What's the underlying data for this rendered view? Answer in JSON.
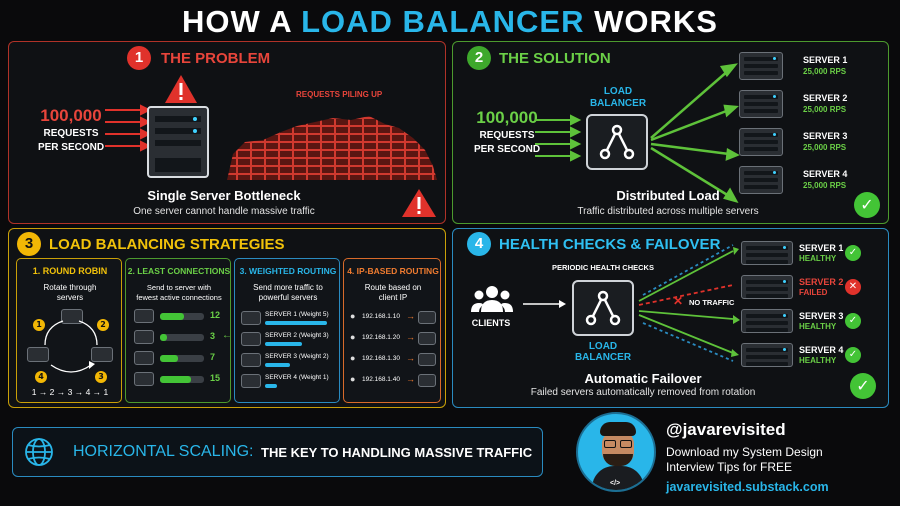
{
  "title": {
    "prefix": "HOW A ",
    "highlight": "LOAD BALANCER",
    "suffix": " WORKS"
  },
  "problem": {
    "number": "1",
    "title": "THE PROBLEM",
    "requests": [
      "100,000",
      "REQUESTS",
      "PER SECOND"
    ],
    "piling": "REQUESTS PILING UP",
    "caption": "Single Server Bottleneck",
    "subcaption": "One server cannot handle massive traffic",
    "colors": {
      "accent": "#e0322b",
      "border": "#c0392b"
    }
  },
  "solution": {
    "number": "2",
    "title": "THE SOLUTION",
    "requests": [
      "100,000",
      "REQUESTS",
      "PER SECOND"
    ],
    "lb_label": [
      "LOAD",
      "BALANCER"
    ],
    "servers": [
      {
        "name": "SERVER 1",
        "rps": "25,000 RPS"
      },
      {
        "name": "SERVER 2",
        "rps": "25,000 RPS"
      },
      {
        "name": "SERVER 3",
        "rps": "25,000 RPS"
      },
      {
        "name": "SERVER 4",
        "rps": "25,000 RPS"
      }
    ],
    "caption": "Distributed Load",
    "subcaption": "Traffic distributed across multiple servers",
    "colors": {
      "accent": "#5ec23a",
      "border": "#4c9a2e"
    }
  },
  "strategies": {
    "number": "3",
    "title": "LOAD BALANCING STRATEGIES",
    "round_robin": {
      "title": "1. ROUND ROBIN",
      "desc": [
        "Rotate through",
        "servers"
      ],
      "nums": [
        "1",
        "2",
        "3",
        "4"
      ],
      "sequence": "1 → 2 → 3 → 4 → 1"
    },
    "least_conn": {
      "title": "2. LEAST CONNECTIONS",
      "desc": [
        "Send to server with",
        "fewest active connections"
      ],
      "rows": [
        {
          "count": "12",
          "fill": 0.55
        },
        {
          "count": "3",
          "fill": 0.15
        },
        {
          "count": "7",
          "fill": 0.4
        },
        {
          "count": "15",
          "fill": 0.7
        }
      ]
    },
    "weighted": {
      "title": "3. WEIGHTED ROUTING",
      "desc": [
        "Send more traffic to",
        "powerful servers"
      ],
      "rows": [
        {
          "label": "SERVER 1 (Weight 5)",
          "fill": 1.0
        },
        {
          "label": "SERVER 2 (Weight 3)",
          "fill": 0.6
        },
        {
          "label": "SERVER 3 (Weight 2)",
          "fill": 0.4
        },
        {
          "label": "SERVER 4 (Weight 1)",
          "fill": 0.2
        }
      ]
    },
    "ip_based": {
      "title": "4. IP-BASED ROUTING",
      "desc": [
        "Route based on",
        "client IP"
      ],
      "ips": [
        "192.168.1.10",
        "192.168.1.20",
        "192.168.1.30",
        "192.168.1.40"
      ]
    },
    "colors": {
      "accent": "#f2b705",
      "border": "#c9a008"
    }
  },
  "health": {
    "number": "4",
    "title": "HEALTH CHECKS & FAILOVER",
    "periodic": "PERIODIC HEALTH CHECKS",
    "clients": "CLIENTS",
    "no_traffic": "NO TRAFFIC",
    "lb_label": [
      "LOAD",
      "BALANCER"
    ],
    "servers": [
      {
        "name": "SERVER 1",
        "status": "HEALTHY",
        "ok": true
      },
      {
        "name": "SERVER 2",
        "status": "FAILED",
        "ok": false
      },
      {
        "name": "SERVER 3",
        "status": "HEALTHY",
        "ok": true
      },
      {
        "name": "SERVER 4",
        "status": "HEALTHY",
        "ok": true
      }
    ],
    "caption": "Automatic Failover",
    "subcaption": "Failed servers automatically removed from rotation",
    "colors": {
      "accent": "#29b6e9",
      "border": "#2a8bc0"
    }
  },
  "banner": {
    "highlight": "HORIZONTAL SCALING:",
    "text": "THE KEY TO HANDLING MASSIVE TRAFFIC",
    "icon": "globe-icon"
  },
  "promo": {
    "handle": "@javarevisited",
    "line1": "Download my System Design",
    "line2": "Interview Tips for FREE",
    "url": "javarevisited.substack.com",
    "badge": "</>"
  }
}
